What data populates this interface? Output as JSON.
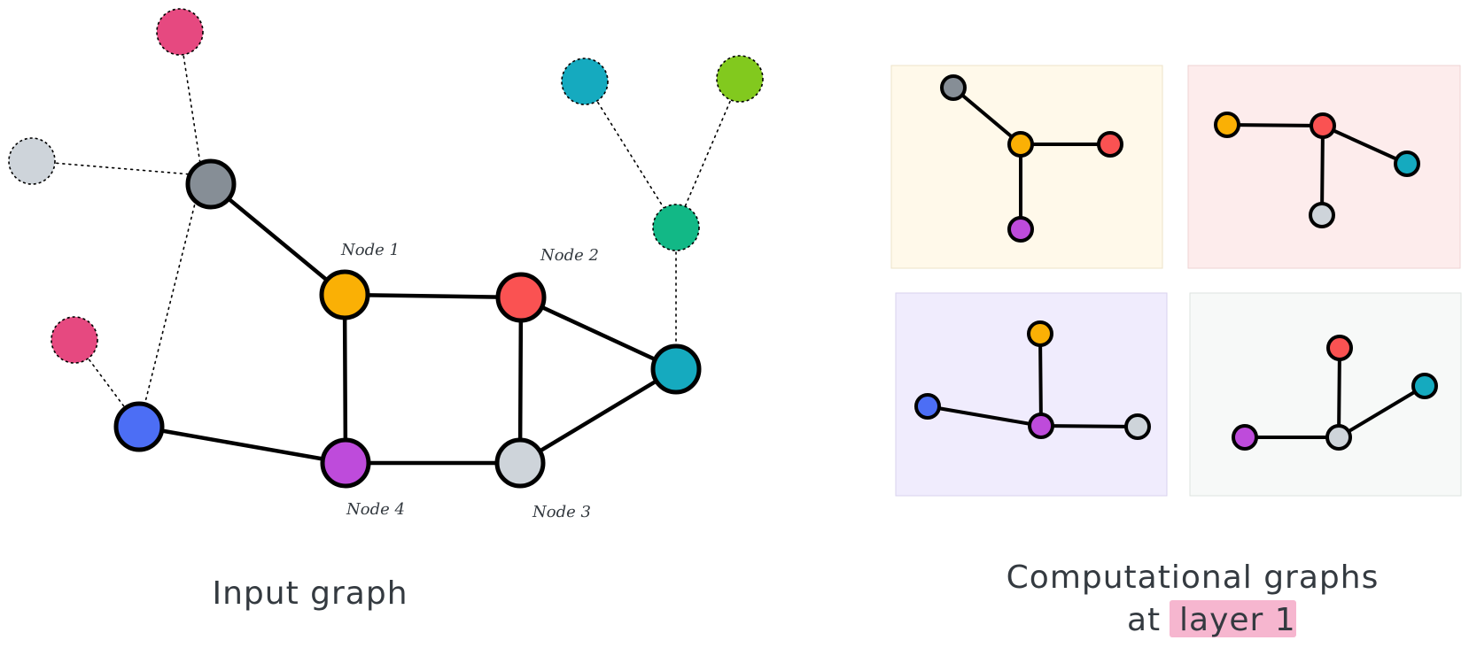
{
  "input_graph": {
    "caption": "Input graph",
    "node_labels": {
      "n1": "Node 1",
      "n2": "Node 2",
      "n3": "Node 3",
      "n4": "Node 4"
    }
  },
  "computational_graphs": {
    "caption_line1": "Computational graphs",
    "caption_prefix": "at",
    "caption_highlight": "layer 1"
  },
  "colors": {
    "orange": "#fab005",
    "red": "#fa5252",
    "light_gray": "#ced4da",
    "purple": "#be4bdb",
    "dark_gray": "#868e96",
    "blue": "#4c6ef5",
    "teal": "#15aabf",
    "pink": "#e64980",
    "green": "#12b886",
    "lime": "#82c91e",
    "panel_yellow": "#fff9ea",
    "panel_pink": "#fdecec",
    "panel_lavender": "#f0ecfd",
    "panel_gray": "#f7f9f8",
    "highlight": "#f6b6cf",
    "stroke": "#000000"
  }
}
